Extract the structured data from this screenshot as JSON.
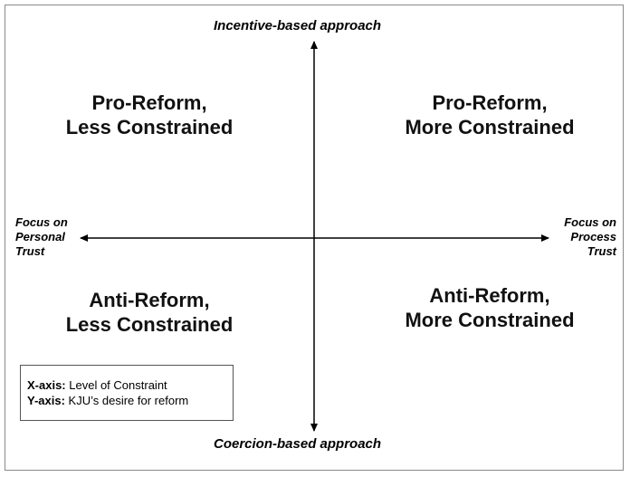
{
  "axes": {
    "top": "Incentive-based approach",
    "bottom": "Coercion-based approach",
    "left": [
      "Focus on",
      "Personal",
      "Trust"
    ],
    "right": [
      "Focus on",
      "Process",
      "Trust"
    ]
  },
  "quadrants": {
    "top_left": [
      "Pro-Reform,",
      "Less Constrained"
    ],
    "top_right": [
      "Pro-Reform,",
      "More Constrained"
    ],
    "bottom_left": [
      "Anti-Reform,",
      "Less Constrained"
    ],
    "bottom_right": [
      "Anti-Reform,",
      "More Constrained"
    ]
  },
  "key": {
    "x_term": "X-axis:",
    "x_desc": "Level of Constraint",
    "y_term": "Y-axis:",
    "y_desc": "KJU’s desire  for reform"
  }
}
